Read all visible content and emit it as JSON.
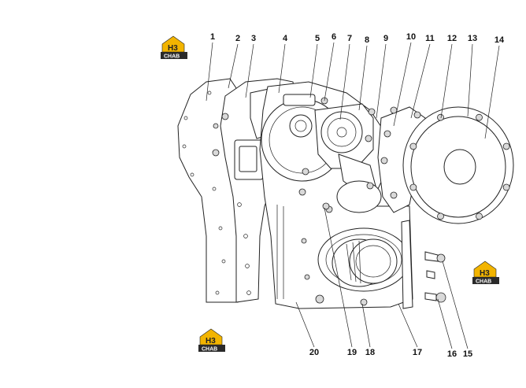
{
  "brand": {
    "logo_mark": "H3",
    "logo_word": "CHAB",
    "colors": {
      "accent": "#f2b400",
      "dark": "#2a2a2a"
    }
  },
  "callouts": [
    {
      "id": "1",
      "text": "1"
    },
    {
      "id": "2",
      "text": "2"
    },
    {
      "id": "3",
      "text": "3"
    },
    {
      "id": "4",
      "text": "4"
    },
    {
      "id": "5",
      "text": "5"
    },
    {
      "id": "6",
      "text": "6"
    },
    {
      "id": "7",
      "text": "7"
    },
    {
      "id": "8",
      "text": "8"
    },
    {
      "id": "9",
      "text": "9"
    },
    {
      "id": "10",
      "text": "10"
    },
    {
      "id": "11",
      "text": "11"
    },
    {
      "id": "12",
      "text": "12"
    },
    {
      "id": "13",
      "text": "13"
    },
    {
      "id": "14",
      "text": "14"
    },
    {
      "id": "15",
      "text": "15"
    },
    {
      "id": "16",
      "text": "16"
    },
    {
      "id": "17",
      "text": "17"
    },
    {
      "id": "18",
      "text": "18"
    },
    {
      "id": "19",
      "text": "19"
    },
    {
      "id": "20",
      "text": "20"
    }
  ]
}
